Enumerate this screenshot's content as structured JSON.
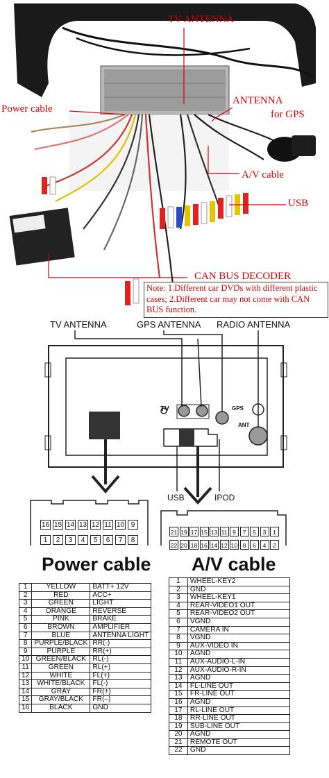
{
  "photo_labels": {
    "tv_antenna": "TV ANTENNA",
    "antenna_for_gps_1": "ANTENNA",
    "antenna_for_gps_2": "for GPS",
    "power_cable": "Power cable",
    "av_cable": "A/V cable",
    "usb": "USB",
    "can_bus_decoder": "CAN BUS DECODER"
  },
  "note": "Note: 1.Different car DVDs with different plastic cases; 2.Different car may not come with CAN BUS function.",
  "diagram": {
    "tv_antenna": "TV ANTENNA",
    "gps_antenna": "GPS  ANTENNA",
    "radio_antenna": "RADIO ANTENNA",
    "tv_port": "TV",
    "gps_port": "GPS",
    "ant_port": "ANT",
    "usb": "USB",
    "ipod": "IPOD",
    "power_cable_title": "Power cable",
    "av_cable_title": "A/V cable"
  },
  "power_connector": {
    "top_row": [
      "16",
      "15",
      "14",
      "13",
      "12",
      "11",
      "10",
      "9"
    ],
    "bottom_row": [
      "1",
      "2",
      "3",
      "4",
      "5",
      "6",
      "7",
      "8"
    ]
  },
  "av_connector": {
    "top_row": [
      "21",
      "19",
      "17",
      "15",
      "13",
      "11",
      "9",
      "7",
      "5",
      "3",
      "1"
    ],
    "bottom_row": [
      "22",
      "20",
      "18",
      "16",
      "14",
      "12",
      "10",
      "8",
      "6",
      "4",
      "2"
    ]
  },
  "power_pins": [
    {
      "n": "1",
      "color": "YELLOW",
      "func": "BATT+ 12V"
    },
    {
      "n": "2",
      "color": "RED",
      "func": "ACC+"
    },
    {
      "n": "3",
      "color": "GREEN",
      "func": "LIGHT"
    },
    {
      "n": "4",
      "color": "ORANGE",
      "func": "REVERSE"
    },
    {
      "n": "5",
      "color": "PINK",
      "func": "BRAKE"
    },
    {
      "n": "6",
      "color": "BROWN",
      "func": "AMPLIFIER"
    },
    {
      "n": "7",
      "color": "BLUE",
      "func": "ANTENNA LIGHT"
    },
    {
      "n": "8",
      "color": "PURPLE/BLACK",
      "func": "RR(-)"
    },
    {
      "n": "9",
      "color": "PURPLE",
      "func": "RR(+)"
    },
    {
      "n": "10",
      "color": "GREEN/BLACK",
      "func": "RL(-)"
    },
    {
      "n": "11",
      "color": "GREEN",
      "func": "RL(+)"
    },
    {
      "n": "12",
      "color": "WHITE",
      "func": "FL(+)"
    },
    {
      "n": "13",
      "color": "WHITE/BLACK",
      "func": "FL(-)"
    },
    {
      "n": "14",
      "color": "GRAY",
      "func": "FR(+)"
    },
    {
      "n": "15",
      "color": "GRAY/BLACK",
      "func": "FR(–)"
    },
    {
      "n": "16",
      "color": "BLACK",
      "func": "GND"
    }
  ],
  "av_pins": [
    {
      "n": "1",
      "func": "WHEEL-KEY2"
    },
    {
      "n": "2",
      "func": "GND"
    },
    {
      "n": "3",
      "func": "WHEEL-KEY1"
    },
    {
      "n": "4",
      "func": "REAR-VIDEO1 OUT"
    },
    {
      "n": "5",
      "func": "REAR-VIDEO2 OUT"
    },
    {
      "n": "6",
      "func": "VGND"
    },
    {
      "n": "7",
      "func": "CAMERA IN"
    },
    {
      "n": "8",
      "func": "VGND"
    },
    {
      "n": "9",
      "func": "AUX-VIDEO IN"
    },
    {
      "n": "10",
      "func": "AGND"
    },
    {
      "n": "11",
      "func": "AUX-AUDIO-L-IN"
    },
    {
      "n": "12",
      "func": "AUX-AUDIO-R-IN"
    },
    {
      "n": "13",
      "func": "AGND"
    },
    {
      "n": "14",
      "func": "FL-LINE OUT"
    },
    {
      "n": "15",
      "func": "FR-LINE OUT"
    },
    {
      "n": "16",
      "func": "AGND"
    },
    {
      "n": "17",
      "func": "RL-LINE OUT"
    },
    {
      "n": "18",
      "func": "RR-LINE OUT"
    },
    {
      "n": "19",
      "func": "SUB-LINE  OUT"
    },
    {
      "n": "20",
      "func": "AGND"
    },
    {
      "n": "21",
      "func": "REMOTE  OUT"
    },
    {
      "n": "22",
      "func": "GND"
    }
  ]
}
